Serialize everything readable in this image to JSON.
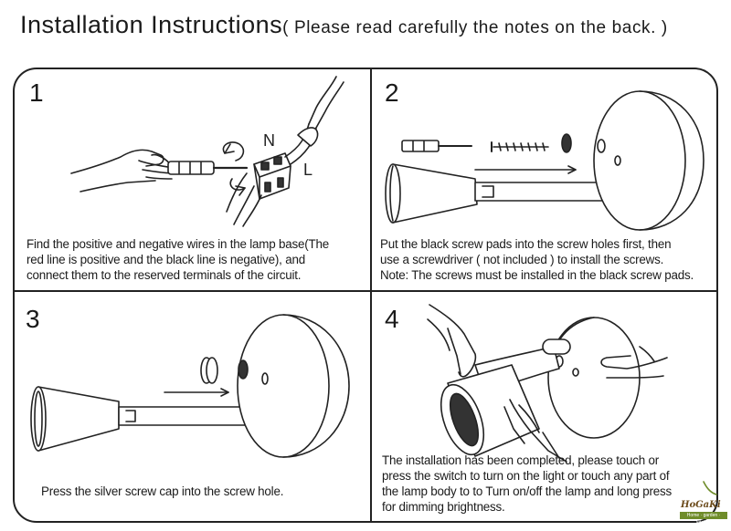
{
  "header": {
    "title": "Installation Instructions",
    "note": "( Please read carefully the notes on the back. )"
  },
  "steps": [
    {
      "number": "1",
      "wire_labels": [
        "N",
        "L"
      ],
      "lines": [
        "Find the positive and negative wires in the lamp base(The",
        "red line is positive and the black line is negative), and",
        "connect them to the reserved terminals of the circuit."
      ]
    },
    {
      "number": "2",
      "lines": [
        "Put the black screw pads into the screw holes first, then",
        "use a screwdriver ( not included ) to install the screws.",
        "Note: The screws must be installed in the black screw pads."
      ]
    },
    {
      "number": "3",
      "lines": [
        "Press the silver screw cap into the screw hole."
      ]
    },
    {
      "number": "4",
      "lines": [
        "The installation has been completed, please touch or",
        "press the switch to turn on the light or touch any part of",
        "the lamp body to to Turn on/off the lamp and long press",
        "for  dimming brightness."
      ]
    }
  ],
  "logo": {
    "brand": "HoGaKi",
    "tagline": "Home · garden · kitchen"
  }
}
